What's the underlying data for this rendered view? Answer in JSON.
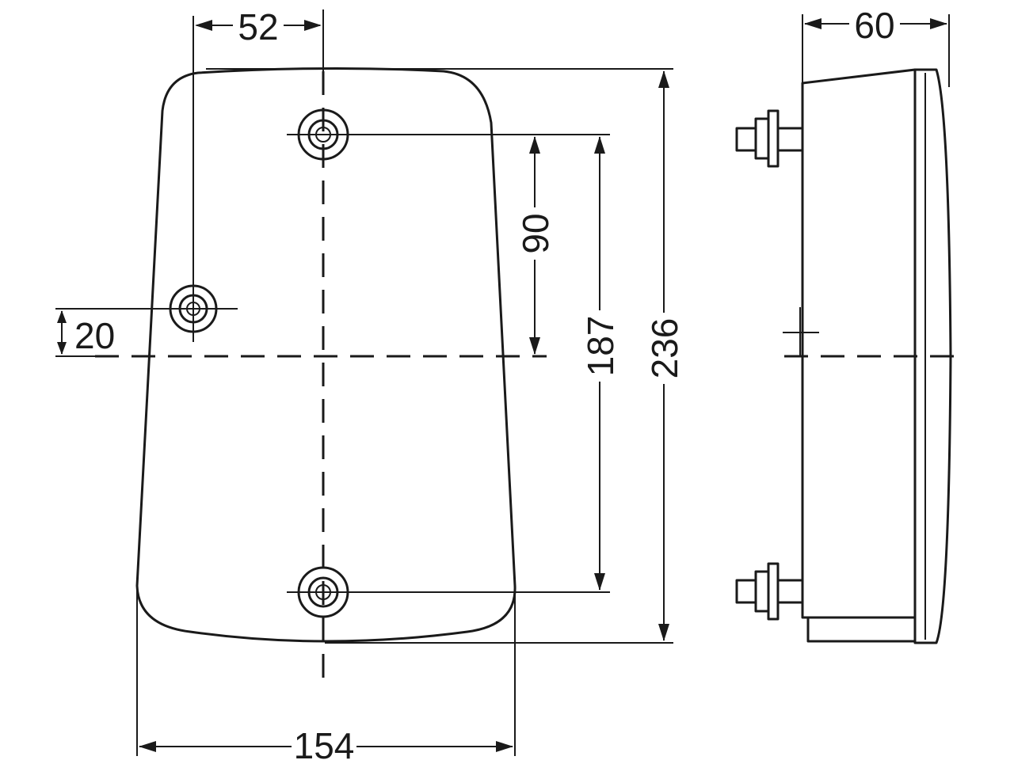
{
  "dimensions": {
    "hole_offset_x": "52",
    "depth": "60",
    "hole_spacing_upper": "90",
    "hole_spacing_total": "187",
    "overall_height": "236",
    "side_hole_offset": "20",
    "overall_width": "154"
  },
  "colors": {
    "line": "#1a1a1a",
    "background": "#ffffff"
  }
}
